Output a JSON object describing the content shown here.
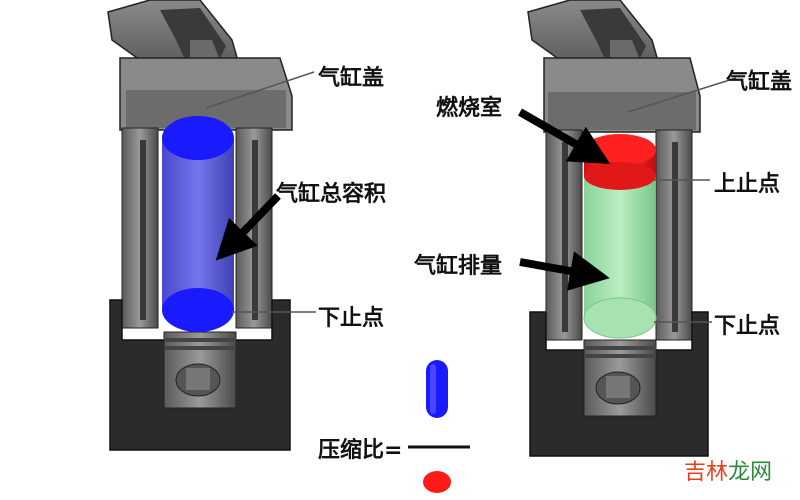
{
  "left_diagram": {
    "label_cylinder_head": "气缸盖",
    "label_total_volume": "气缸总容积",
    "label_bdc": "下止点"
  },
  "right_diagram": {
    "label_combustion_chamber": "燃烧室",
    "label_cylinder_head": "气缸盖",
    "label_tdc": "上止点",
    "label_displacement": "气缸排量",
    "label_bdc": "下止点"
  },
  "formula": {
    "label": "压缩比="
  },
  "watermark": {
    "text_part1": "吉林",
    "text_part2": "龙网"
  },
  "colors": {
    "total_volume": "#1a1aff",
    "combustion_chamber": "#ff1a1a",
    "displacement": "#8fe0a0",
    "engine_dark": "#2b2b2b",
    "engine_mid": "#7a7a7a",
    "watermark_1": "#e8401c",
    "watermark_2": "#2a8a3a"
  }
}
